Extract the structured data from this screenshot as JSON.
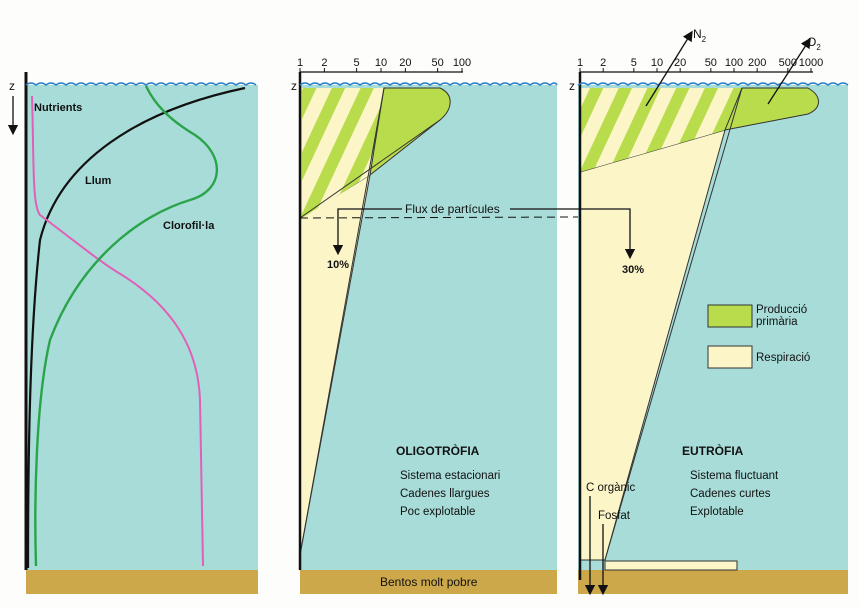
{
  "left_panel": {
    "axis_label": "z",
    "curve_labels": {
      "nutrients": "Nutrients",
      "light": "Llum",
      "chlorophyll": "Clorofil·la"
    }
  },
  "middle_panel": {
    "axis_label": "z",
    "ticks": [
      "1",
      "2",
      "5",
      "10",
      "20",
      "50",
      "100"
    ],
    "flux_label": "Flux de partícules",
    "flux_percent": "10%",
    "title": "OLIGOTRÒFIA",
    "lines": [
      "Sistema estacionari",
      "Cadenes llargues",
      "Poc explotable"
    ],
    "benthos": "Bentos molt pobre"
  },
  "right_panel": {
    "axis_label": "z",
    "ticks": [
      "1",
      "2",
      "5",
      "10",
      "20",
      "50",
      "100",
      "200",
      "500",
      "1000"
    ],
    "flux_percent": "30%",
    "gas_n2": "N",
    "gas_n2_sub": "2",
    "gas_o2": "O",
    "gas_o2_sub": "2",
    "title": "EUTRÒFIA",
    "lines": [
      "Sistema fluctuant",
      "Cadenes curtes",
      "Explotable"
    ],
    "carbon_label": "C  orgànic",
    "phosphate_label": "Fosfat"
  },
  "legend": {
    "primary_production": [
      "Producció",
      "primària"
    ],
    "respiration": "Respiració"
  },
  "colors": {
    "water": "#a8dcd8",
    "sediment": "#cca84a",
    "production": "#b9dc4c",
    "respiration": "#fbf5c8",
    "green_curve": "#2aa44a",
    "pink_curve": "#e060b8",
    "wave": "#2a7fc8"
  }
}
